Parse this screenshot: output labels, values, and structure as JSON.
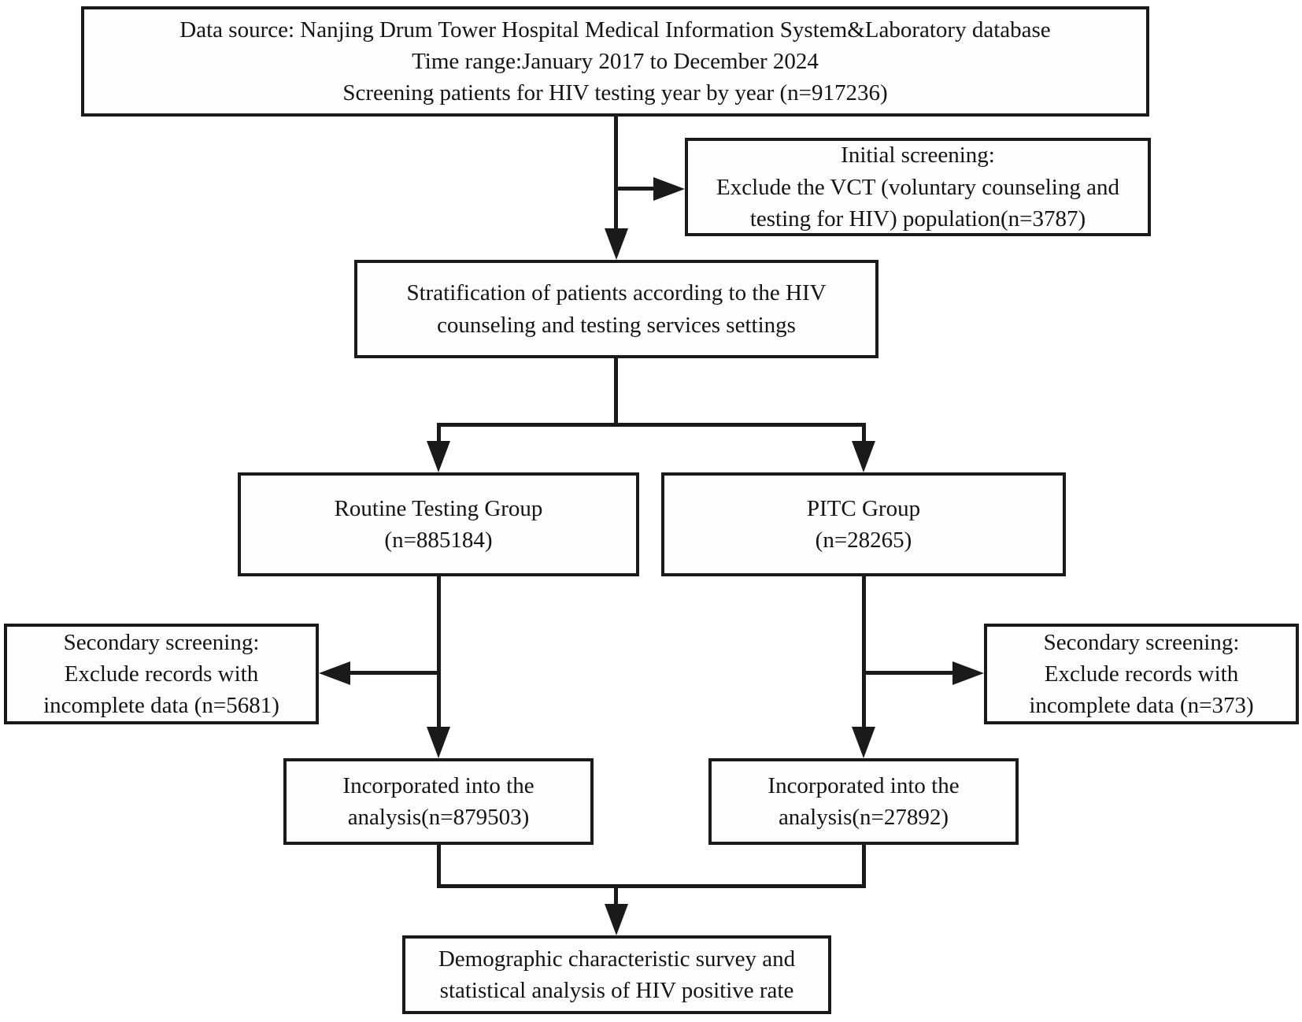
{
  "figure": {
    "type": "patient-screening-flowchart",
    "background_color": "#ffffff",
    "line_color": "#1a1a1a",
    "text_color": "#141414"
  },
  "nodes": {
    "data_source": {
      "lines": [
        "Data source: Nanjing Drum Tower Hospital Medical Information System&Laboratory database",
        "Time range:January 2017 to December 2024",
        "Screening patients for HIV testing year by year (n=917236)"
      ]
    },
    "initial_screening": {
      "lines": [
        "Initial screening:",
        "Exclude the VCT (voluntary counseling and",
        "testing for HIV) population(n=3787)"
      ]
    },
    "stratification": {
      "lines": [
        "Stratification of patients according to the HIV",
        "counseling and testing services settings"
      ]
    },
    "routine_group": {
      "lines": [
        "Routine Testing Group",
        "(n=885184)"
      ]
    },
    "pitc_group": {
      "lines": [
        "PITC Group",
        "(n=28265)"
      ]
    },
    "secondary_left": {
      "lines": [
        "Secondary screening:",
        "Exclude records with",
        "incomplete data (n=5681)"
      ]
    },
    "secondary_right": {
      "lines": [
        "Secondary screening:",
        "Exclude records with",
        "incomplete data (n=373)"
      ]
    },
    "incorporated_left": {
      "lines": [
        "Incorporated into the",
        "analysis(n=879503)"
      ]
    },
    "incorporated_right": {
      "lines": [
        "Incorporated into the",
        "analysis(n=27892)"
      ]
    },
    "final_analysis": {
      "lines": [
        "Demographic characteristic survey and",
        "statistical analysis of HIV positive rate"
      ]
    }
  }
}
